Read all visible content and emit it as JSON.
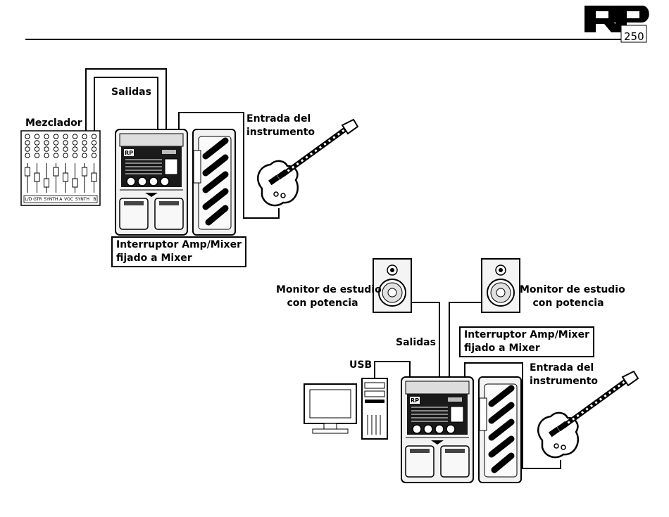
{
  "header": {
    "logo_text": "RP250"
  },
  "setup_top": {
    "mixer_label": "Mezclador",
    "outputs_label": "Salidas",
    "instrument_input": [
      "Entrada del",
      "instrumento"
    ],
    "switch_note": [
      "Interruptor Amp/Mixer",
      "fijado a Mixer"
    ],
    "mixer_channels": [
      "L/D GTR",
      "SYNTH A",
      "VOC",
      "SYNTH",
      "",
      "B"
    ]
  },
  "setup_bottom": {
    "monitor_left": [
      "Monitor de estudio",
      "con potencia"
    ],
    "monitor_right": [
      "Monitor de estudio",
      "con potencia"
    ],
    "outputs_label": "Salidas",
    "usb_label": "USB",
    "switch_note": [
      "Interruptor Amp/Mixer",
      "fijado a Mixer"
    ],
    "instrument_input": [
      "Entrada del",
      "instrumento"
    ]
  },
  "colors": {
    "line": "#000000",
    "device_body": "#f2f2f2",
    "display": "#1a1a1a"
  }
}
